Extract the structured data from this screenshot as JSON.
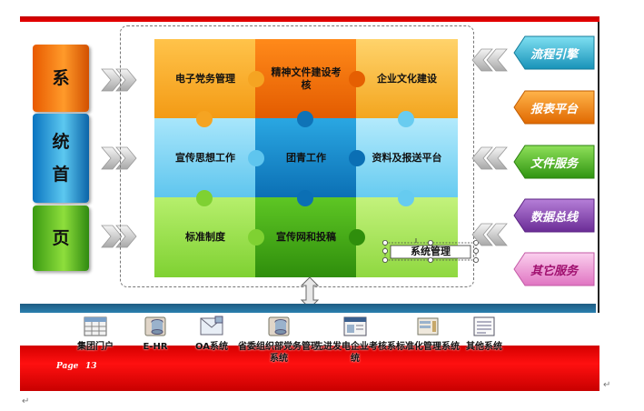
{
  "left_column": [
    "系",
    "统",
    "首",
    "页"
  ],
  "puzzle": {
    "row1": [
      "电子党务管理",
      "精神文件建设考核",
      "企业文化建设"
    ],
    "row2": [
      "宣传思想工作",
      "团青工作",
      "资料及报送平台"
    ],
    "row3": [
      "标准制度",
      "宣传网和投稿",
      "系统管理"
    ]
  },
  "right_column": [
    "流程引擎",
    "报表平台",
    "文件服务",
    "数据总线",
    "其它服务"
  ],
  "systems": [
    {
      "name": "集团门户",
      "icon": "table-icon"
    },
    {
      "name": "E-HR",
      "icon": "database-icon"
    },
    {
      "name": "OA系统",
      "icon": "mail-icon"
    },
    {
      "name": "省委组织部党务管理系统",
      "icon": "database-icon"
    },
    {
      "name": "先进发电企业考核系统",
      "icon": "window-icon"
    },
    {
      "name": "标准化管理系统",
      "icon": "server-icon"
    },
    {
      "name": "其他系统",
      "icon": "document-icon"
    }
  ],
  "footer": {
    "page_label": "Page",
    "page_number": "13"
  },
  "colors": {
    "orange": "#f7941d",
    "blue": "#3fb4e8",
    "green": "#6cc02a",
    "red_band": "#e00000",
    "blue_bar": "#236f9a",
    "flow_engine": "#29a9c6",
    "report": "#f07800",
    "file": "#43a81a",
    "data_bus": "#7b3fa6",
    "other": "#e58ecb"
  }
}
